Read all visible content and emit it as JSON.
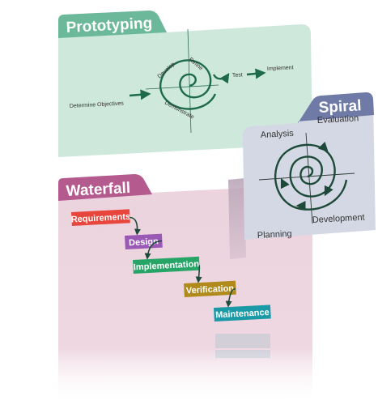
{
  "prototyping": {
    "title": "Prototyping",
    "step_start": "Determine Objectives",
    "step_develop": "Develop",
    "step_refine": "Refine",
    "step_demonstrate": "Demonstrate",
    "step_test": "Test",
    "step_implement": "Implement"
  },
  "spiral": {
    "title": "Spiral",
    "quadrant_analysis": "Analysis",
    "quadrant_evaluation": "Evaluation",
    "quadrant_planning": "Planning",
    "quadrant_development": "Development"
  },
  "waterfall": {
    "title": "Waterfall",
    "steps": [
      {
        "label": "Requirements",
        "color": "#e8453c"
      },
      {
        "label": "Design",
        "color": "#9b59b6"
      },
      {
        "label": "Implementation",
        "color": "#27a567"
      },
      {
        "label": "Verification",
        "color": "#b08a1a"
      },
      {
        "label": "Maintenance",
        "color": "#1a9aa6"
      }
    ]
  },
  "colors": {
    "prototyping_panel": "#cfe8dc",
    "prototyping_tab": "#6bb89a",
    "spiral_panel": "#d4d8e4",
    "spiral_tab": "#6f7aa6",
    "waterfall_panel": "#ecd3de",
    "waterfall_tab": "#b45a8e",
    "arrow": "#1d6b4a"
  }
}
